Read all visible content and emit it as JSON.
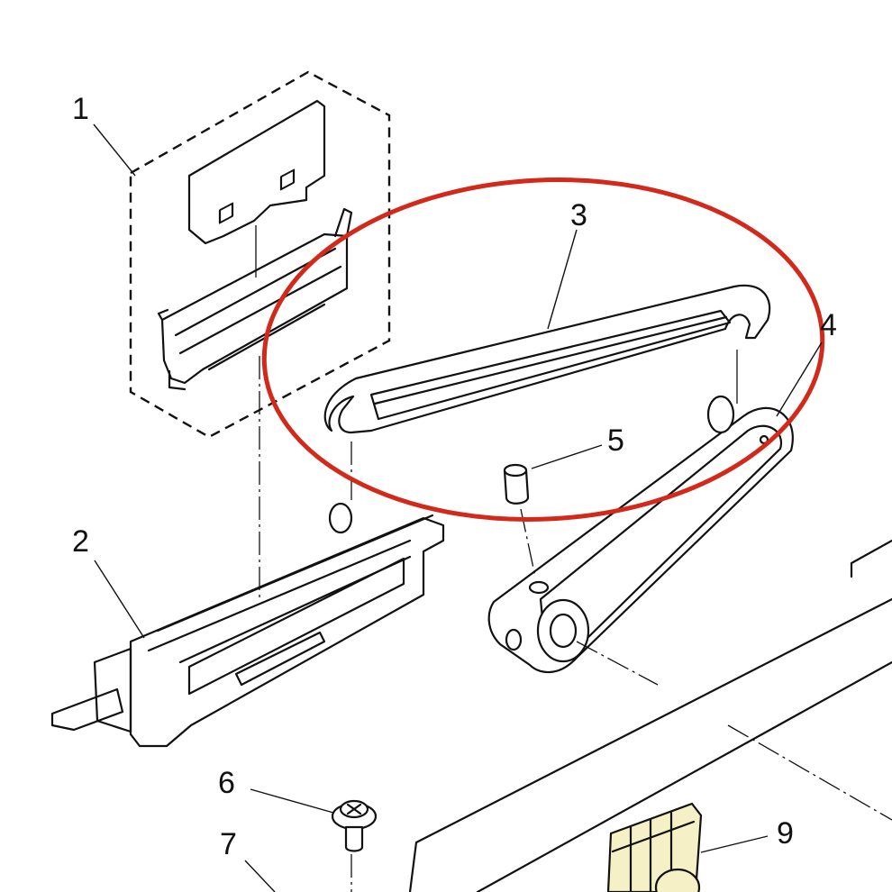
{
  "diagram": {
    "callouts": [
      {
        "id": "1",
        "label": "1"
      },
      {
        "id": "2",
        "label": "2"
      },
      {
        "id": "3",
        "label": "3"
      },
      {
        "id": "4",
        "label": "4"
      },
      {
        "id": "5",
        "label": "5"
      },
      {
        "id": "6",
        "label": "6"
      },
      {
        "id": "7",
        "label": "7"
      },
      {
        "id": "9",
        "label": "9"
      }
    ],
    "colors": {
      "line": "#111111",
      "highlight": "#d2291b",
      "part_highlight": "#f6f0c6",
      "background": "#ffffff"
    }
  }
}
